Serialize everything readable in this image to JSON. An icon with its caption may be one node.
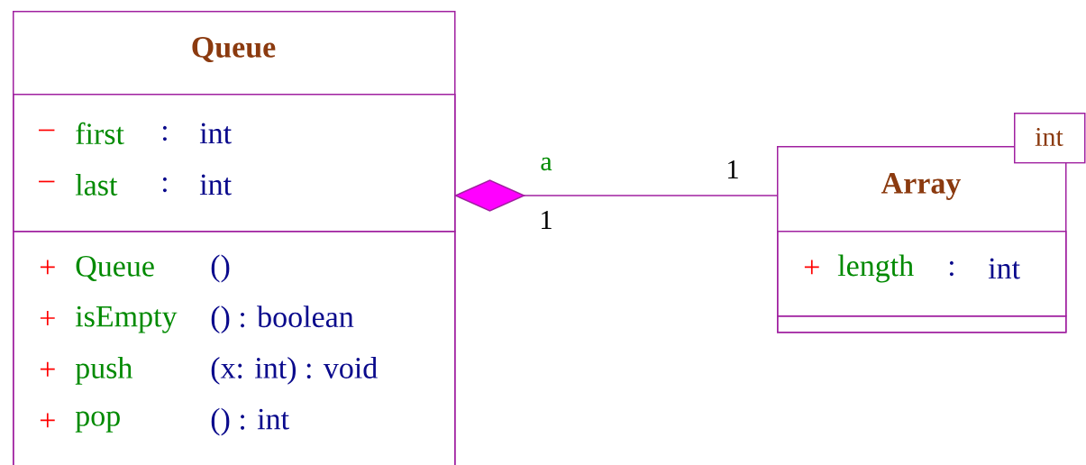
{
  "diagram": {
    "nodes": [
      {
        "text": [
          "Queue"
        ]
      },
      {
        "text": [
          "–",
          "first",
          ":",
          "int",
          "–",
          "last",
          ":",
          "int"
        ],
        "in": 0
      },
      {
        "text": [
          "+",
          "Queue",
          "()",
          "+",
          "isEmpty",
          "() : boolean",
          "+",
          "push",
          "(x: int) : void",
          "+",
          "pop",
          "() : int"
        ],
        "in": 0
      },
      {
        "text": [
          "Array"
        ]
      },
      {
        "text": [
          "int"
        ]
      },
      {
        "text": [
          "+",
          "length",
          ":",
          "int"
        ],
        "in": 3
      },
      {
        "text": [],
        "shape": "box",
        "in": 3
      }
    ],
    "edges": [
      {
        "from": 0,
        "to": 3,
        "arrow": "other"
      }
    ],
    "labels": [
      "a",
      "1",
      "1"
    ]
  }
}
